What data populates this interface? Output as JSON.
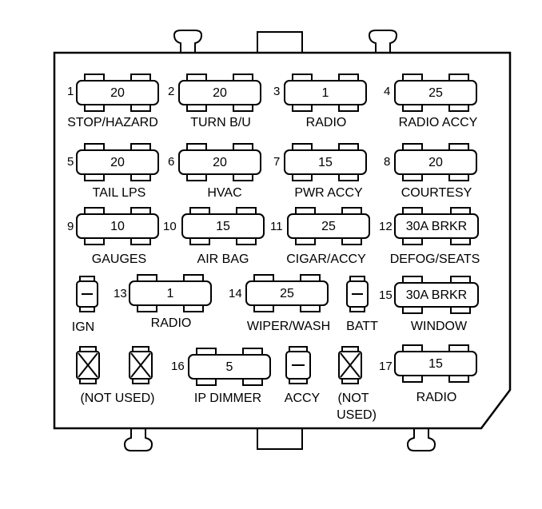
{
  "fuses": [
    {
      "num": "1",
      "value": "20",
      "label": "STOP/HAZARD"
    },
    {
      "num": "2",
      "value": "20",
      "label": "TURN B/U"
    },
    {
      "num": "3",
      "value": "1",
      "label": "RADIO"
    },
    {
      "num": "4",
      "value": "25",
      "label": "RADIO ACCY"
    },
    {
      "num": "5",
      "value": "20",
      "label": "TAIL LPS"
    },
    {
      "num": "6",
      "value": "20",
      "label": "HVAC"
    },
    {
      "num": "7",
      "value": "15",
      "label": "PWR ACCY"
    },
    {
      "num": "8",
      "value": "20",
      "label": "COURTESY"
    },
    {
      "num": "9",
      "value": "10",
      "label": "GAUGES"
    },
    {
      "num": "10",
      "value": "15",
      "label": "AIR BAG"
    },
    {
      "num": "11",
      "value": "25",
      "label": "CIGAR/ACCY"
    },
    {
      "num": "12",
      "value": "30A BRKR",
      "label": "DEFOG/SEATS"
    },
    {
      "num": "13",
      "value": "1",
      "label": "RADIO"
    },
    {
      "num": "14",
      "value": "25",
      "label": "WIPER/WASH"
    },
    {
      "num": "15",
      "value": "30A BRKR",
      "label": "WINDOW"
    },
    {
      "num": "16",
      "value": "5",
      "label": "IP DIMMER"
    },
    {
      "num": "17",
      "value": "15",
      "label": "RADIO"
    }
  ],
  "relays": {
    "ign": "IGN",
    "batt": "BATT",
    "accy": "ACCY",
    "not_used_pair": "(NOT USED)",
    "not_used_single_line1": "(NOT",
    "not_used_single_line2": "USED)"
  },
  "colors": {
    "line": "#000000",
    "background": "#ffffff"
  }
}
